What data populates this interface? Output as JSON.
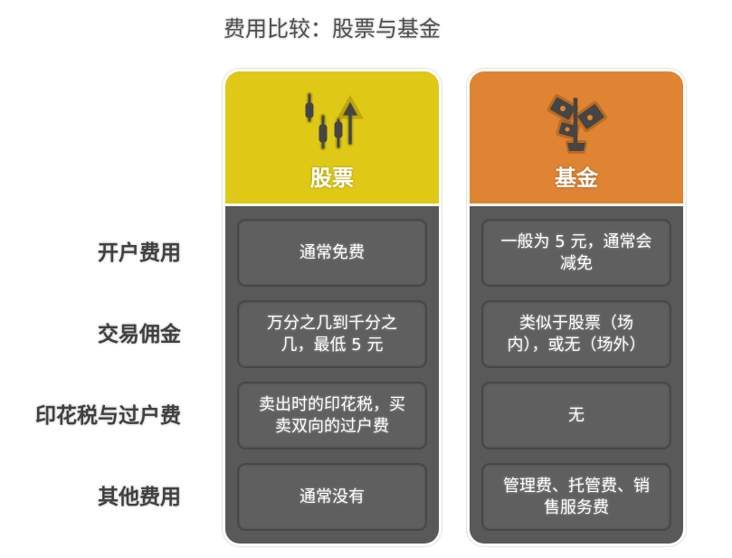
{
  "title": "费用比较：股票与基金",
  "rows": [
    {
      "label": "开户费用"
    },
    {
      "label": "交易佣金"
    },
    {
      "label": "印花税与过户费"
    },
    {
      "label": "其他费用"
    }
  ],
  "columns": [
    {
      "label": "股票",
      "icon": "candlestick-chart-up-arrow-icon",
      "header_color": "#dfc916",
      "cells": [
        "通常免费",
        "万分之几到千分之\n几，最低 5 元",
        "卖出时的印花税，买\n卖双向的过户费",
        "通常没有"
      ]
    },
    {
      "label": "基金",
      "icon": "money-tree-icon",
      "header_color": "#de8432",
      "cells": [
        "一般为 5 元，通常会\n减免",
        "类似于股票（场\n内），或无（场外）",
        "无",
        "管理费、托管费、销\n售服务费"
      ]
    }
  ],
  "colors": {
    "card_body": "#595959",
    "cell_bg": "#5f5f5f",
    "cell_border": "#474747",
    "icon_fill": "#454545"
  }
}
